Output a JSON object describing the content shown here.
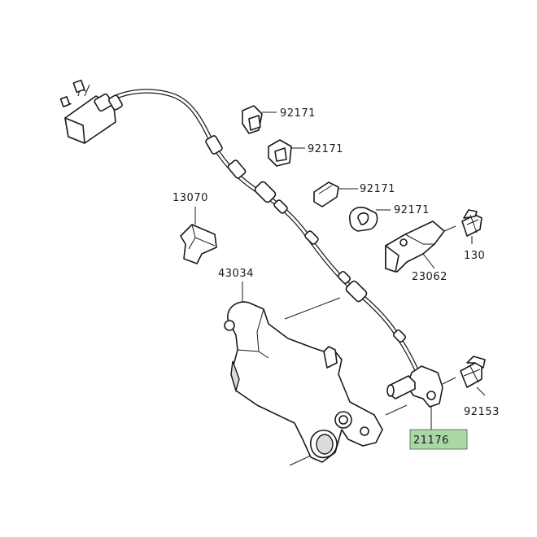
{
  "colors": {
    "line": "#1a1a1a",
    "highlight": "#a9d8a6"
  },
  "parts": [
    {
      "id": "p92171a",
      "number": "92171",
      "highlighted": false
    },
    {
      "id": "p92171b",
      "number": "92171",
      "highlighted": false
    },
    {
      "id": "p92171c",
      "number": "92171",
      "highlighted": false
    },
    {
      "id": "p92171d",
      "number": "92171",
      "highlighted": false
    },
    {
      "id": "p13070",
      "number": "13070",
      "highlighted": false
    },
    {
      "id": "p130",
      "number": "130",
      "highlighted": false
    },
    {
      "id": "p23062",
      "number": "23062",
      "highlighted": false
    },
    {
      "id": "p43034",
      "number": "43034",
      "highlighted": false
    },
    {
      "id": "p92153",
      "number": "92153",
      "highlighted": false
    },
    {
      "id": "p21176",
      "number": "21176",
      "highlighted": true
    }
  ]
}
